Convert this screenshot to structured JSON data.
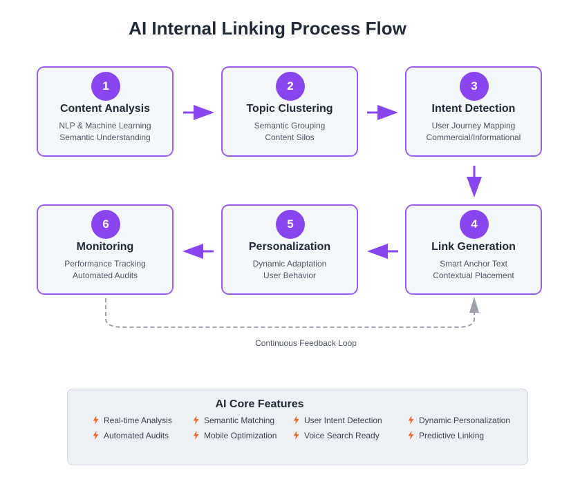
{
  "title": "AI Internal Linking Process Flow",
  "steps": [
    {
      "number": "1",
      "title": "Content Analysis",
      "line1": "NLP & Machine Learning",
      "line2": "Semantic Understanding"
    },
    {
      "number": "2",
      "title": "Topic Clustering",
      "line1": "Semantic Grouping",
      "line2": "Content Silos"
    },
    {
      "number": "3",
      "title": "Intent Detection",
      "line1": "User Journey Mapping",
      "line2": "Commercial/Informational"
    },
    {
      "number": "4",
      "title": "Link Generation",
      "line1": "Smart Anchor Text",
      "line2": "Contextual Placement"
    },
    {
      "number": "5",
      "title": "Personalization",
      "line1": "Dynamic Adaptation",
      "line2": "User Behavior"
    },
    {
      "number": "6",
      "title": "Monitoring",
      "line1": "Performance Tracking",
      "line2": "Automated Audits"
    }
  ],
  "feedback_loop_label": "Continuous Feedback Loop",
  "features": {
    "title": "AI Core Features",
    "icon": "lightning-bolt-icon",
    "items": [
      "Real-time Analysis",
      "Semantic Matching",
      "User Intent Detection",
      "Dynamic Personalization",
      "Automated Audits",
      "Mobile Optimization",
      "Voice Search Ready",
      "Predictive Linking"
    ]
  },
  "colors": {
    "accent": "#8b45f0",
    "box_border": "#9d5cf0",
    "box_fill": "#f5f8fb",
    "loop": "#9ca3af",
    "bolt": "#f26b2b"
  }
}
